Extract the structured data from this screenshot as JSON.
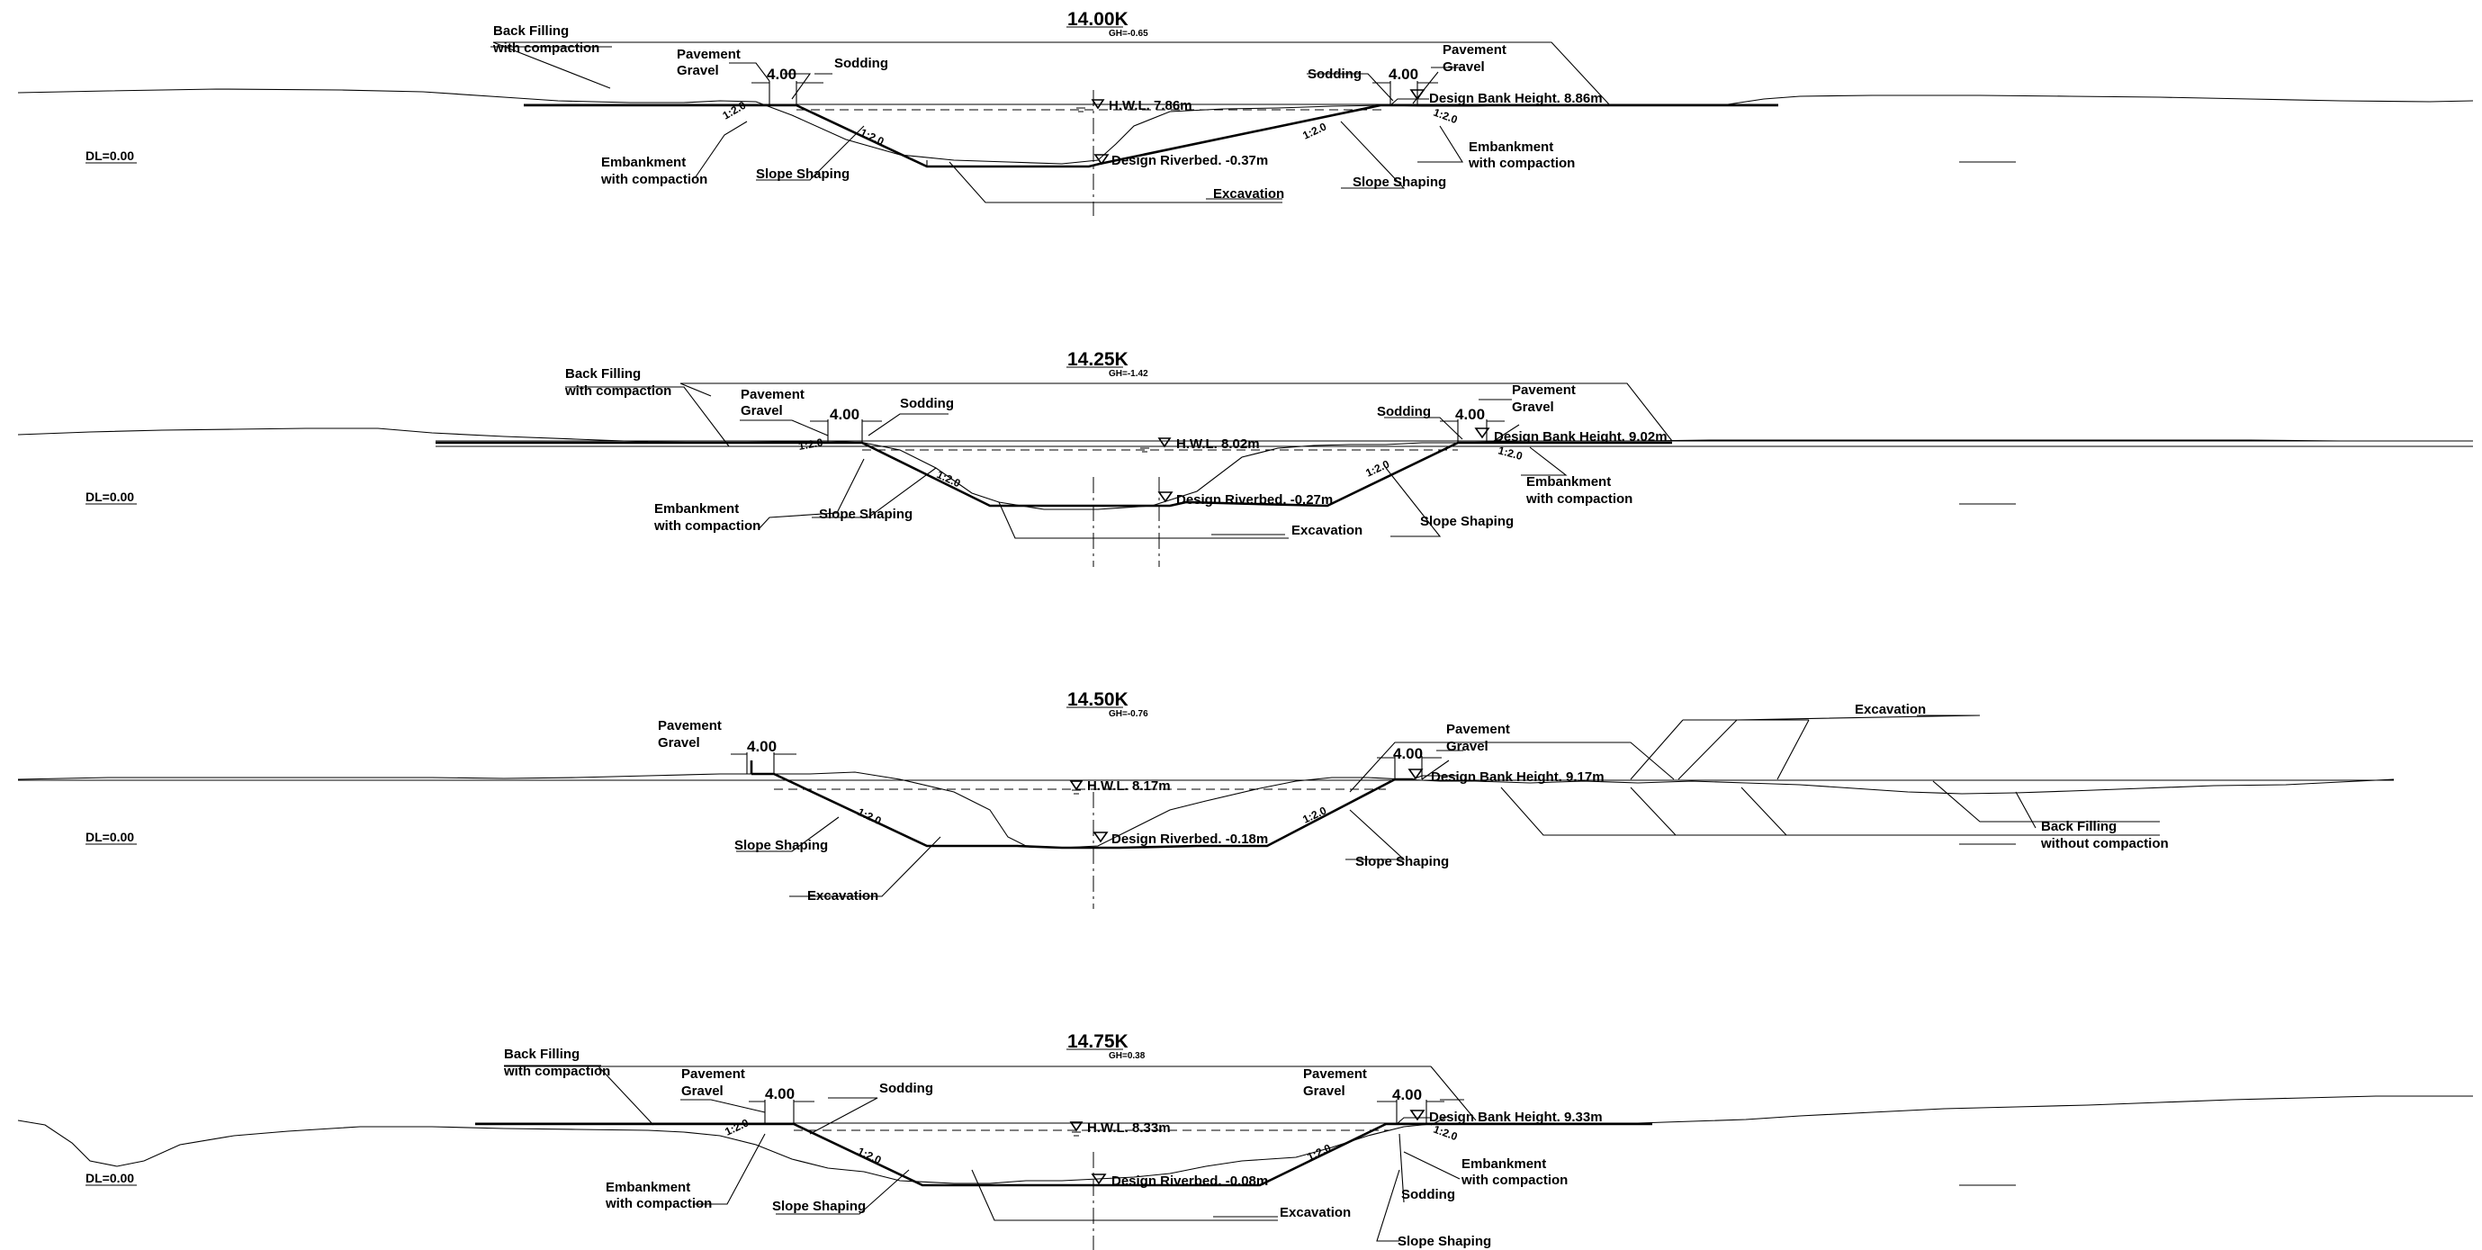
{
  "sections": [
    {
      "station": "14.00K",
      "gh": "GH=-0.65",
      "dl": "DL=0.00",
      "labels": {
        "back_filling_1": "Back Filling",
        "back_filling_2": "with compaction",
        "pavement_left": "Pavement",
        "gravel_left": "Gravel",
        "width_left": "4.00",
        "sodding_left": "Sodding",
        "slope_left_top": "1:2.0",
        "slope_left": "1:2.0",
        "embankment_left_1": "Embankment",
        "embankment_left_2": "with compaction",
        "slope_shaping_left": "Slope Shaping",
        "hwl": "H.W.L. 7.86m",
        "riverbed": "Design Riverbed. -0.37m",
        "excavation": "Excavation",
        "slope_right": "1:2.0",
        "slope_shaping_right": "Slope Shaping",
        "sodding_right": "Sodding",
        "width_right": "4.00",
        "pavement_right": "Pavement",
        "gravel_right": "Gravel",
        "bank_height": "Design Bank Height. 8.86m",
        "slope_right_top": "1:2.0",
        "embankment_right_1": "Embankment",
        "embankment_right_2": "with compaction"
      }
    },
    {
      "station": "14.25K",
      "gh": "GH=-1.42",
      "dl": "DL=0.00",
      "labels": {
        "back_filling_1": "Back Filling",
        "back_filling_2": "with compaction",
        "pavement_left": "Pavement",
        "gravel_left": "Gravel",
        "width_left": "4.00",
        "sodding_left": "Sodding",
        "slope_left_top": "1:2.0",
        "slope_left": "1:2.0",
        "embankment_left_1": "Embankment",
        "embankment_left_2": "with compaction",
        "slope_shaping_left": "Slope Shaping",
        "hwl": "H.W.L. 8.02m",
        "riverbed": "Design Riverbed. -0.27m",
        "excavation": "Excavation",
        "slope_right": "1:2.0",
        "slope_shaping_right": "Slope Shaping",
        "sodding_right": "Sodding",
        "width_right": "4.00",
        "pavement_right": "Pavement",
        "gravel_right": "Gravel",
        "bank_height": "Design Bank Height. 9.02m",
        "slope_right_top": "1:2.0",
        "embankment_right_1": "Embankment",
        "embankment_right_2": "with compaction"
      }
    },
    {
      "station": "14.50K",
      "gh": "GH=-0.76",
      "dl": "DL=0.00",
      "labels": {
        "pavement_left": "Pavement",
        "gravel_left": "Gravel",
        "width_left": "4.00",
        "slope_left": "1:2.0",
        "slope_shaping_left": "Slope Shaping",
        "excavation_left": "Excavation",
        "hwl": "H.W.L. 8.17m",
        "riverbed": "Design Riverbed. -0.18m",
        "slope_right": "1:2.0",
        "slope_shaping_right": "Slope Shaping",
        "width_right": "4.00",
        "pavement_right": "Pavement",
        "gravel_right": "Gravel",
        "bank_height": "Design Bank Height. 9.17m",
        "excavation_right": "Excavation",
        "back_filling_1": "Back Filling",
        "back_filling_2": "without compaction"
      }
    },
    {
      "station": "14.75K",
      "gh": "GH=0.38",
      "dl": "DL=0.00",
      "labels": {
        "back_filling_1": "Back Filling",
        "back_filling_2": "with compaction",
        "pavement_left": "Pavement",
        "gravel_left": "Gravel",
        "width_left": "4.00",
        "sodding_left": "Sodding",
        "slope_left_top": "1:2.0",
        "slope_left": "1:2.0",
        "embankment_left_1": "Embankment",
        "embankment_left_2": "with compaction",
        "slope_shaping_left": "Slope Shaping",
        "hwl": "H.W.L. 8.33m",
        "riverbed": "Design Riverbed. -0.08m",
        "excavation": "Excavation",
        "slope_right": "1:2.0",
        "slope_shaping_right": "Slope Shaping",
        "sodding_right": "Sodding",
        "width_right": "4.00",
        "pavement_right": "Pavement",
        "gravel_right": "Gravel",
        "bank_height": "Design Bank Height. 9.33m",
        "slope_right_top": "1:2.0",
        "embankment_right_1": "Embankment",
        "embankment_right_2": "with compaction"
      }
    }
  ]
}
